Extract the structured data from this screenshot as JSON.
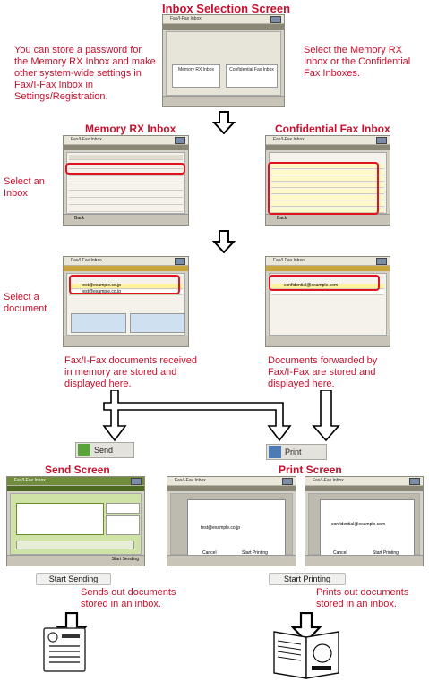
{
  "titles": {
    "inbox_selection": "Inbox Selection Screen",
    "memory_rx": "Memory RX Inbox",
    "confidential": "Confidential Fax Inbox",
    "send_screen": "Send Screen",
    "print_screen": "Print Screen"
  },
  "notes": {
    "password_note": "You can store a password for the Memory RX Inbox and make other system-wide settings in Fax/I-Fax Inbox in Settings/Registration.",
    "select_boxes_note": "Select the Memory RX Inbox or the Confidential Fax Inboxes.",
    "select_inbox": "Select an Inbox",
    "select_document": "Select a document",
    "memory_docs_note": "Fax/I-Fax documents received in memory are stored and displayed here.",
    "forwarded_docs_note": "Documents forwarded by Fax/I-Fax are stored and displayed here.",
    "sends_note": "Sends out documents stored in an inbox.",
    "prints_note": "Prints out documents stored in an inbox."
  },
  "buttons": {
    "send": "Send",
    "print": "Print",
    "start_sending": "Start Sending",
    "start_printing": "Start Printing"
  },
  "screens": {
    "inbox_title": "Fax/I-Fax Inbox",
    "memory_rx_button": "Memory RX Inbox",
    "confidential_button": "Confidential Fax Inbox",
    "back": "Back",
    "doc1": "test@example.co.jp",
    "doc2": "test@example.co.jp",
    "print_doc": "confidential@example.com",
    "send_screen_title": "Fax/I-Fax Inbox",
    "start_sending_small": "Start Sending",
    "start_printing_small": "Start Printing",
    "cancel": "Cancel"
  },
  "colors": {
    "accent_red": "#c8102e",
    "highlight_red": "#e0141e",
    "panel_gray": "#d4d1c6"
  }
}
